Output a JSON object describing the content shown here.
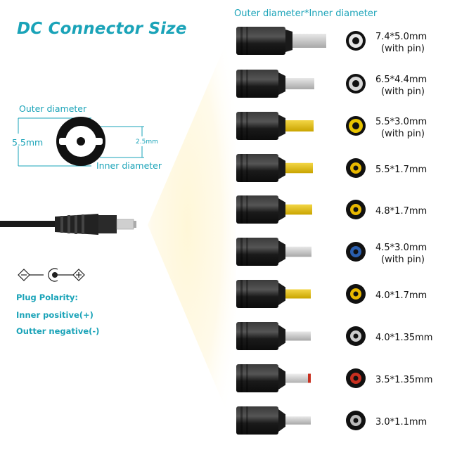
{
  "title": "DC Connector Size",
  "column_header": "Outer diameter*Inner diameter",
  "diagram": {
    "outer_label": "Outer diameter",
    "inner_label": "Inner diameter",
    "outer_value": "5.5mm",
    "inner_value": "2.5mm"
  },
  "polarity": {
    "heading": "Plug Polarity:",
    "inner": "Inner positive(+)",
    "outer": "Outter negative(-)"
  },
  "colors": {
    "accent": "#1aa3b8",
    "tip_black": "#1b1b1b",
    "pin_gold": "#e8c400"
  },
  "connectors": [
    {
      "size": "7.4*5.0mm",
      "note": "(with pin)",
      "pin": "silver",
      "core": "#e6e6e6"
    },
    {
      "size": "6.5*4.4mm",
      "note": "(with pin)",
      "pin": "silver",
      "core": "#d8d8d8"
    },
    {
      "size": "5.5*3.0mm",
      "note": "(with pin)",
      "pin": "gold",
      "core": "#e8c400"
    },
    {
      "size": "5.5*1.7mm",
      "note": "",
      "pin": "gold",
      "core": "#e8b800"
    },
    {
      "size": "4.8*1.7mm",
      "note": "",
      "pin": "gold",
      "core": "#e8b800"
    },
    {
      "size": "4.5*3.0mm",
      "note": "(with pin)",
      "pin": "silver",
      "core": "#2a5fb0"
    },
    {
      "size": "4.0*1.7mm",
      "note": "",
      "pin": "gold",
      "core": "#e8b800"
    },
    {
      "size": "4.0*1.35mm",
      "note": "",
      "pin": "silver",
      "core": "#cccccc"
    },
    {
      "size": "3.5*1.35mm",
      "note": "",
      "pin": "red",
      "core": "#c83020"
    },
    {
      "size": "3.0*1.1mm",
      "note": "",
      "pin": "silver",
      "core": "#bbbbbb"
    }
  ]
}
